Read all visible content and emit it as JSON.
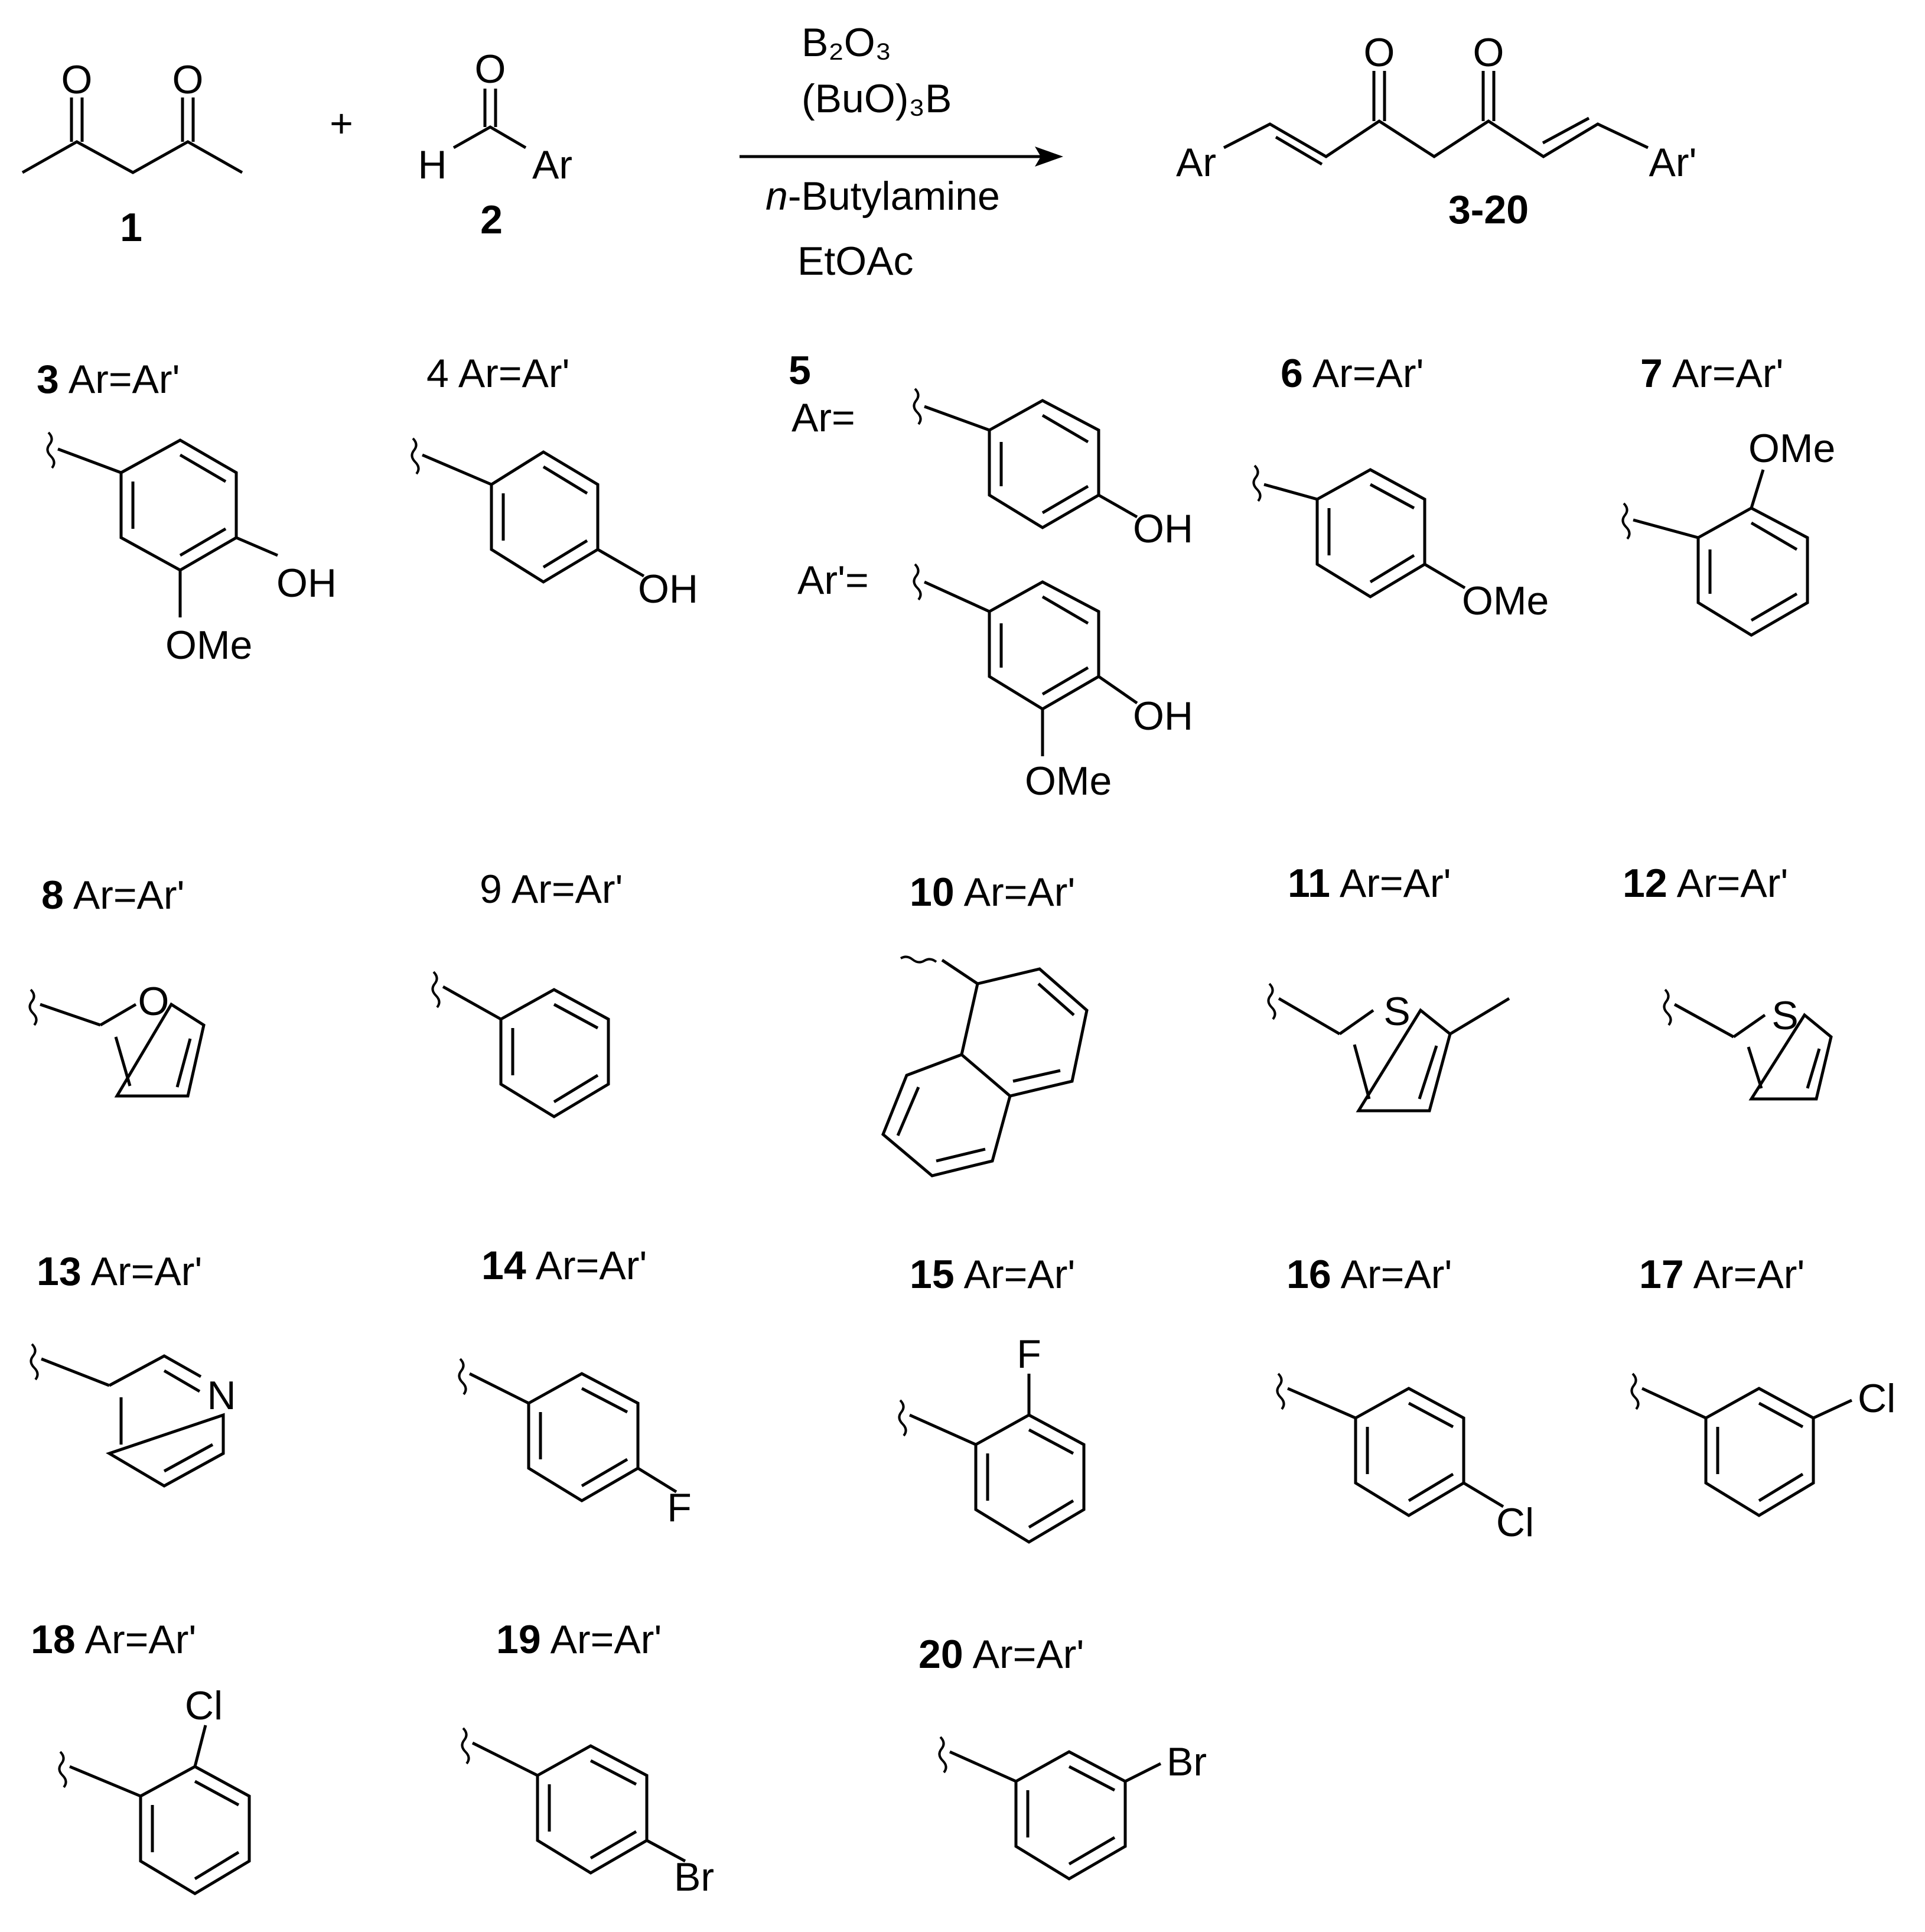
{
  "scheme": {
    "reactants": [
      {
        "number": "1"
      },
      {
        "number": "2",
        "atoms": {
          "o": "O",
          "h": "H",
          "ar": "Ar"
        }
      }
    ],
    "plus": "+",
    "reactant1_atoms": {
      "o1": "O",
      "o2": "O"
    },
    "conditions": {
      "above": [
        "B₂O₃",
        "(BuO)₃B"
      ],
      "below_italic_prefix": "n",
      "below": [
        "-Butylamine",
        "EtOAc"
      ]
    },
    "product": {
      "number": "3-20",
      "atoms": {
        "ar": "Ar",
        "arp": "Ar'",
        "o1": "O",
        "o2": "O"
      }
    }
  },
  "compounds": [
    {
      "id": "3",
      "label": "Ar=Ar'",
      "substituents": [
        "OH",
        "OMe"
      ]
    },
    {
      "id": "4",
      "label": "Ar=Ar'",
      "substituents": [
        "OH"
      ]
    },
    {
      "id": "5",
      "ar_label": "Ar=",
      "arp_label": "Ar'=",
      "substituents": [
        "OH",
        "OH",
        "OMe"
      ]
    },
    {
      "id": "6",
      "label": "Ar=Ar'",
      "substituents": [
        "OMe"
      ]
    },
    {
      "id": "7",
      "label": "Ar=Ar'",
      "substituents": [
        "OMe"
      ]
    },
    {
      "id": "8",
      "label": "Ar=Ar'",
      "substituents": [
        "O"
      ]
    },
    {
      "id": "9",
      "label": "Ar=Ar'",
      "substituents": []
    },
    {
      "id": "10",
      "label": "Ar=Ar'",
      "substituents": []
    },
    {
      "id": "11",
      "label": "Ar=Ar'",
      "substituents": [
        "S"
      ]
    },
    {
      "id": "12",
      "label": "Ar=Ar'",
      "substituents": [
        "S"
      ]
    },
    {
      "id": "13",
      "label": "Ar=Ar'",
      "substituents": [
        "N"
      ]
    },
    {
      "id": "14",
      "label": "Ar=Ar'",
      "substituents": [
        "F"
      ]
    },
    {
      "id": "15",
      "label": "Ar=Ar'",
      "substituents": [
        "F"
      ]
    },
    {
      "id": "16",
      "label": "Ar=Ar'",
      "substituents": [
        "Cl"
      ]
    },
    {
      "id": "17",
      "label": "Ar=Ar'",
      "substituents": [
        "Cl"
      ]
    },
    {
      "id": "18",
      "label": "Ar=Ar'",
      "substituents": [
        "Cl"
      ]
    },
    {
      "id": "19",
      "label": "Ar=Ar'",
      "substituents": [
        "Br"
      ]
    },
    {
      "id": "20",
      "label": "Ar=Ar'",
      "substituents": [
        "Br"
      ]
    }
  ]
}
